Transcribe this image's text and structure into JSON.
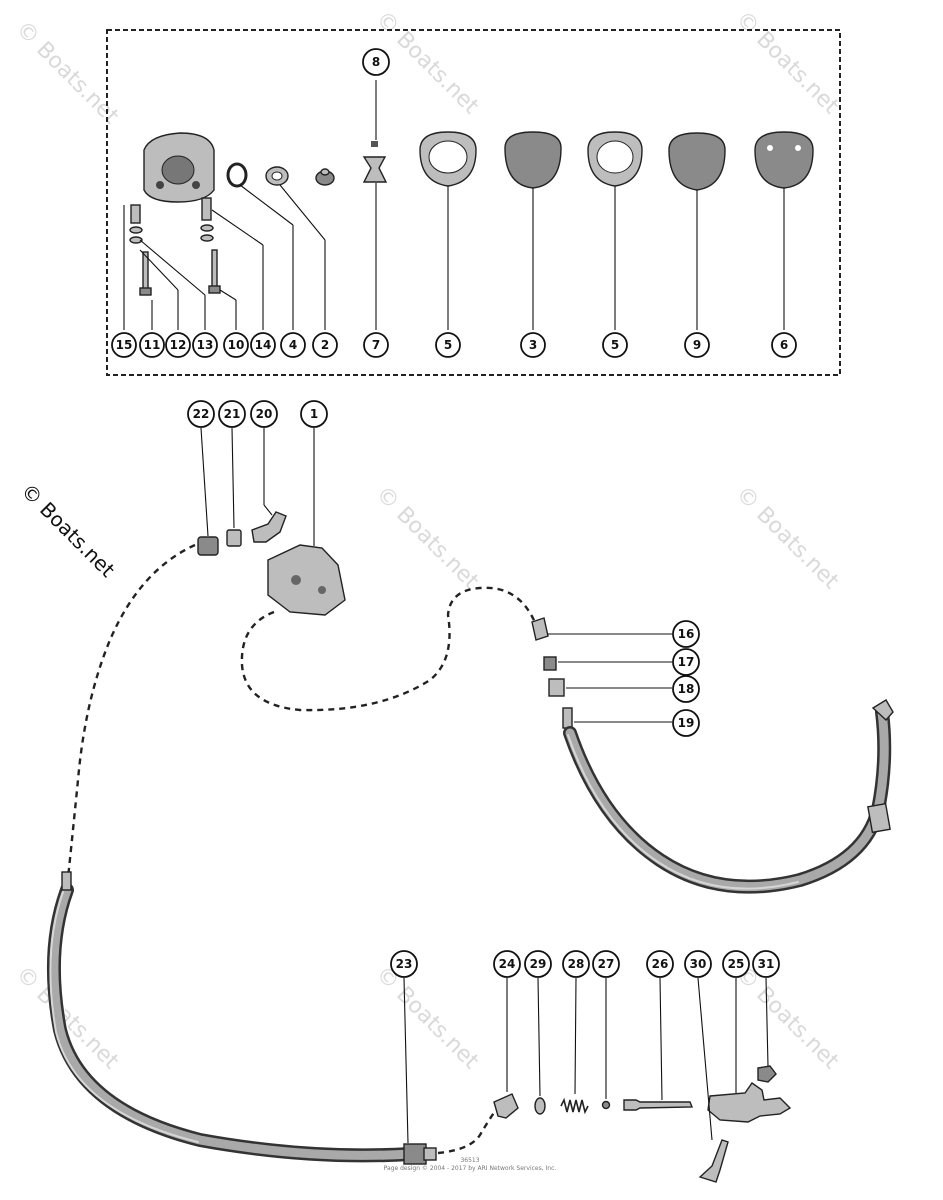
{
  "watermark": "© Boats.net",
  "footer": {
    "code": "36513",
    "copyright": "Page design © 2004 - 2017 by ARI Network Services, Inc."
  },
  "callouts": {
    "c1": "1",
    "c2": "2",
    "c3": "3",
    "c4": "4",
    "c5a": "5",
    "c5b": "5",
    "c6": "6",
    "c7": "7",
    "c8": "8",
    "c9": "9",
    "c10": "10",
    "c11": "11",
    "c12": "12",
    "c13": "13",
    "c14": "14",
    "c15": "15",
    "c16": "16",
    "c17": "17",
    "c18": "18",
    "c19": "19",
    "c20": "20",
    "c21": "21",
    "c22": "22",
    "c23": "23",
    "c24": "24",
    "c25": "25",
    "c26": "26",
    "c27": "27",
    "c28": "28",
    "c29": "29",
    "c30": "30",
    "c31": "31"
  }
}
